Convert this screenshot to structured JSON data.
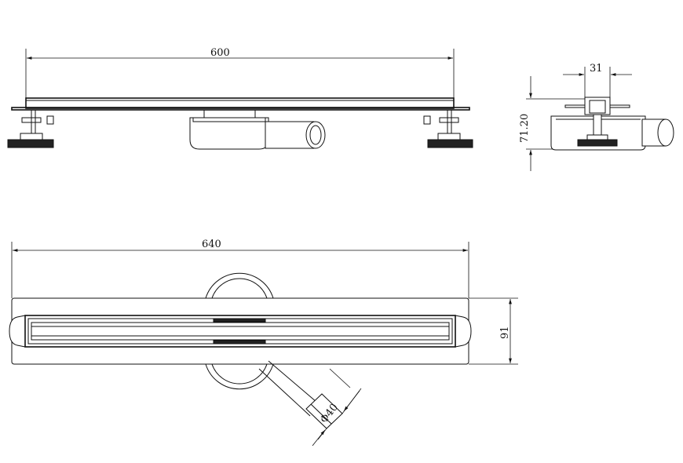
{
  "dimensions": {
    "top_view_length": "600",
    "bottom_view_length": "640",
    "side_width_top": "31",
    "side_height": "71.20",
    "bottom_width": "91",
    "outlet_diameter": "Φ40"
  }
}
